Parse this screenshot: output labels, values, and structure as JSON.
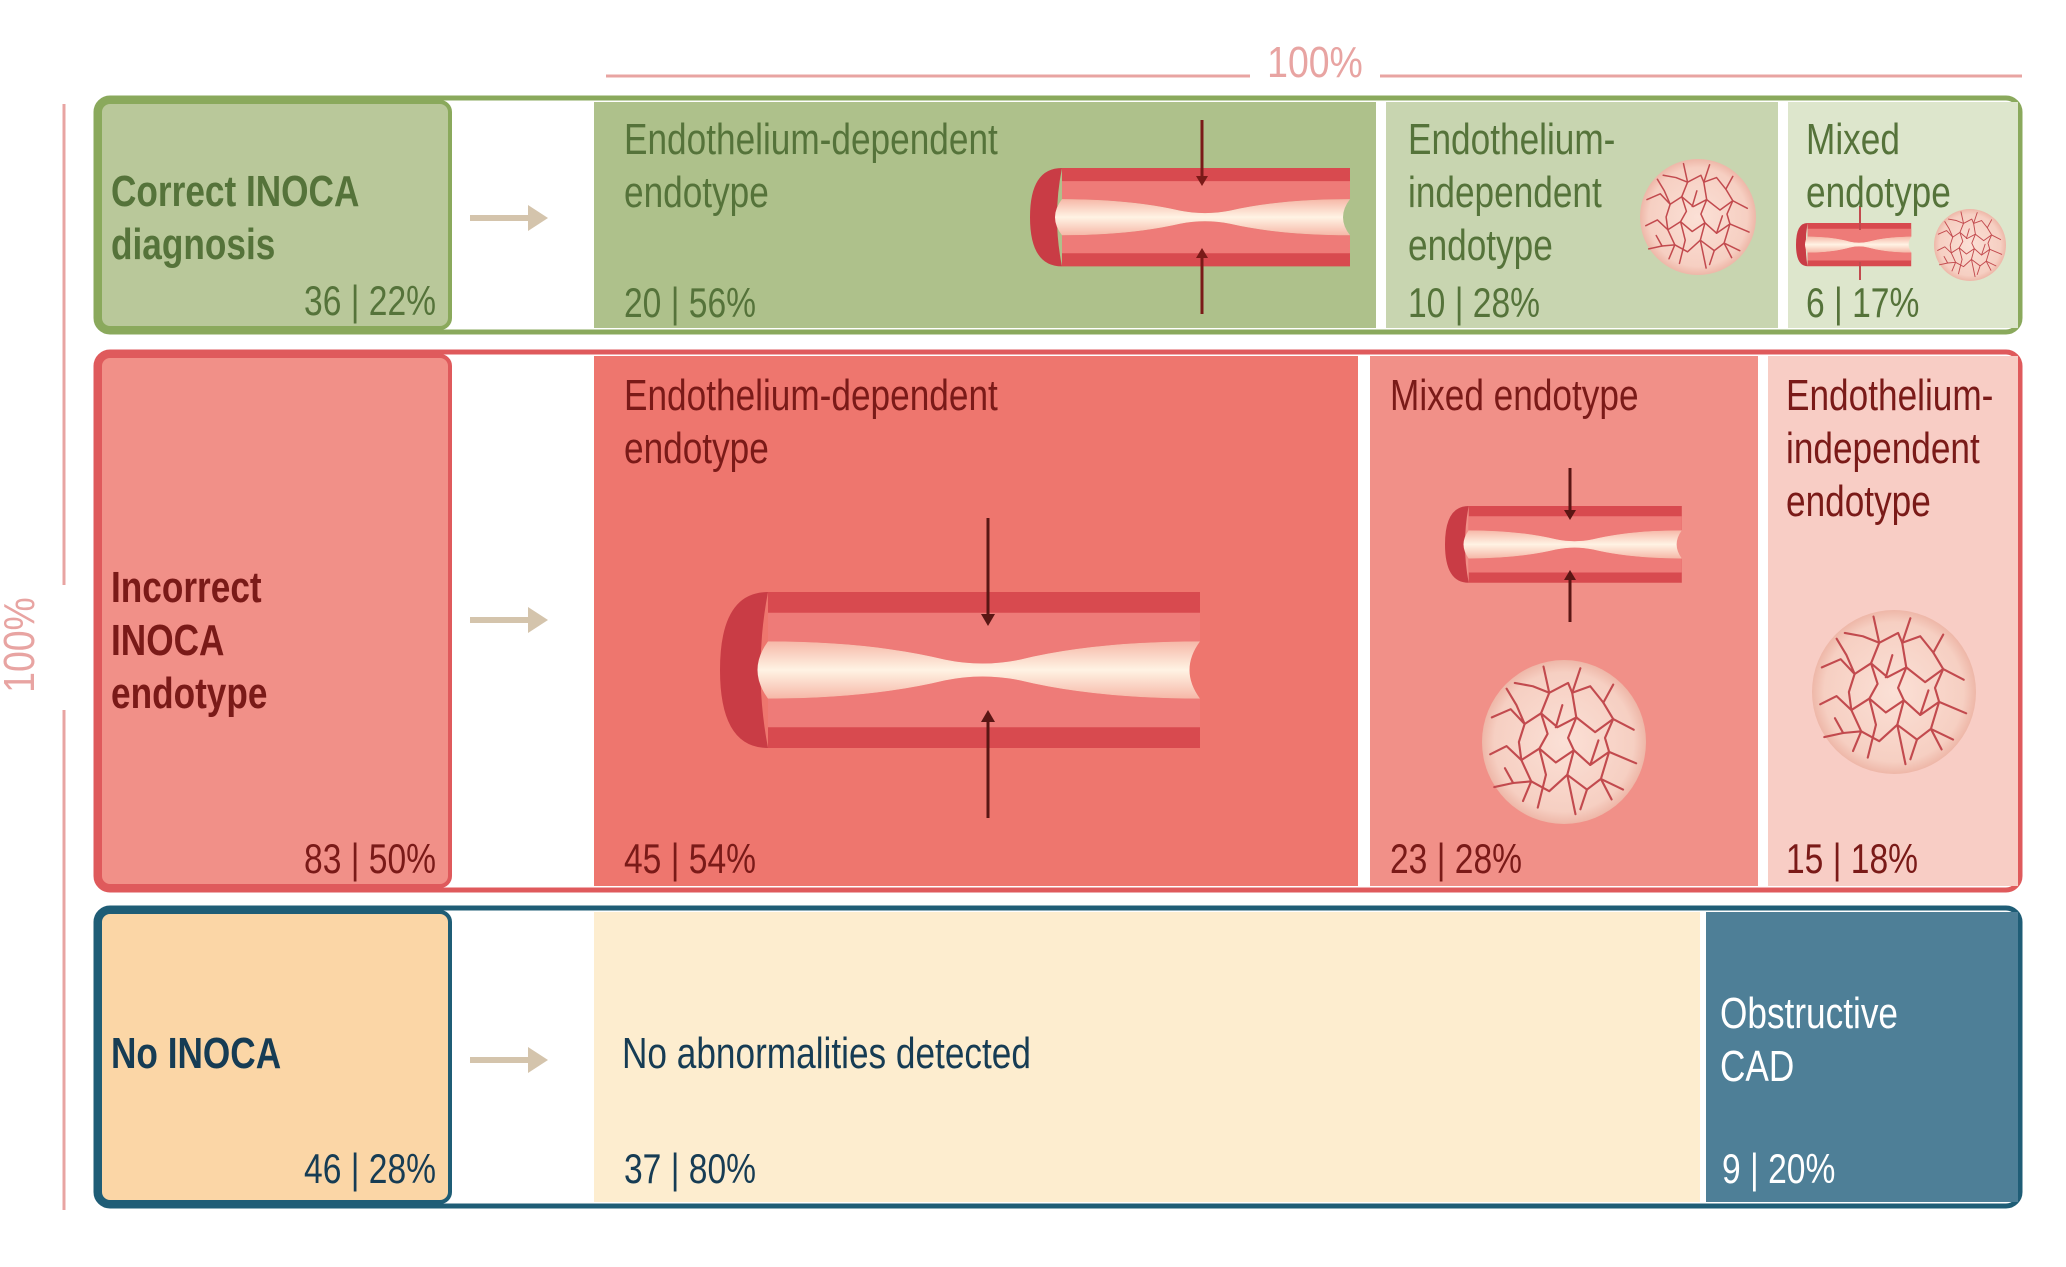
{
  "axes": {
    "top_total": "100%",
    "left_total": "100%"
  },
  "colors": {
    "green_outline": "#8aa95c",
    "red_outline": "#df5a5c",
    "teal_outline": "#1f5d76",
    "green_dark_text": "#55733a",
    "red_dark_text": "#7a1a18",
    "teal_dark_text": "#163c54"
  },
  "rows": [
    {
      "id": "correct",
      "label": "Correct INOCA\ndiagnosis",
      "stat": "36 | 22%",
      "arrow_icon": "right-arrow-icon",
      "segments": [
        {
          "label": "Endothelium-dependent\nendotype",
          "stat": "20 | 56%",
          "icon": "narrowed-artery-icon"
        },
        {
          "label": "Endothelium-\nindependent\nendotype",
          "stat": "10 | 28%",
          "icon": "microvascular-network-icon"
        },
        {
          "label": "Mixed\nendotype",
          "stat": "6 | 17%",
          "icon": "artery-and-microvascular-icon"
        }
      ]
    },
    {
      "id": "incorrect",
      "label": "Incorrect\nINOCA\nendotype",
      "stat": "83 | 50%",
      "arrow_icon": "right-arrow-icon",
      "segments": [
        {
          "label": "Endothelium-dependent\nendotype",
          "stat": "45 | 54%",
          "icon": "narrowed-artery-icon"
        },
        {
          "label": "Mixed endotype",
          "stat": "23 | 28%",
          "icon": "artery-and-microvascular-icon"
        },
        {
          "label": "Endothelium-\nindependent\nendotype",
          "stat": "15 | 18%",
          "icon": "microvascular-network-icon"
        }
      ]
    },
    {
      "id": "none",
      "label": "No INOCA",
      "stat": "46 | 28%",
      "arrow_icon": "right-arrow-icon",
      "segments": [
        {
          "label": "No abnormalities detected",
          "stat": "37 | 80%"
        },
        {
          "label": "Obstructive\nCAD",
          "stat": "9 | 20%"
        }
      ]
    }
  ]
}
